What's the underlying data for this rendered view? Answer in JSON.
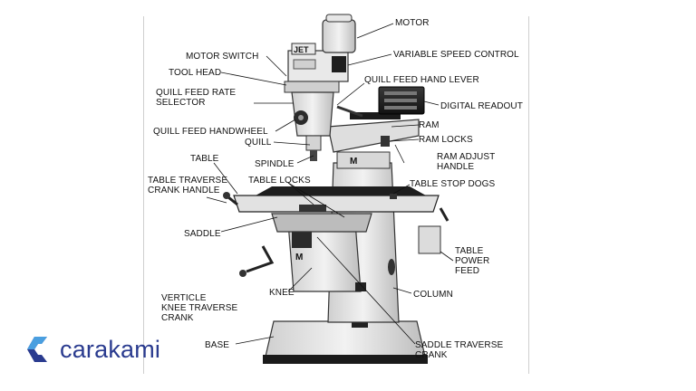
{
  "labels": {
    "motor": "MOTOR",
    "motor_switch": "MOTOR SWITCH",
    "variable_speed_control": "VARIABLE SPEED CONTROL",
    "tool_head": "TOOL HEAD",
    "quill_feed_hand_lever": "QUILL FEED HAND LEVER",
    "quill_feed_rate_selector": "QUILL FEED RATE\nSELECTOR",
    "digital_readout": "DIGITAL READOUT",
    "ram": "RAM",
    "quill_feed_handwheel": "QUILL FEED HANDWHEEL",
    "ram_locks": "RAM LOCKS",
    "quill": "QUILL",
    "ram_adjust_handle": "RAM ADJUST\nHANDLE",
    "spindle": "SPINDLE",
    "table": "TABLE",
    "table_traverse_crank_handle": "TABLE TRAVERSE\nCRANK HANDLE",
    "table_locks": "TABLE LOCKS",
    "table_stop_dogs": "TABLE STOP DOGS",
    "saddle": "SADDLE",
    "table_power_feed": "TABLE\nPOWER\nFEED",
    "knee": "KNEE",
    "column": "COLUMN",
    "verticle_knee_traverse_crank": "VERTICLE\nKNEE TRAVERSE\nCRANK",
    "base": "BASE",
    "saddle_traverse_crank": "SADDLE TRAVERSE\nCRANK"
  },
  "machine_marks": {
    "brand": "JET",
    "emblem": "M"
  },
  "logo": {
    "text": "carakami",
    "icon": "c-logo-icon",
    "color": "#2a3b8f",
    "accent": "#4a9fe0"
  }
}
